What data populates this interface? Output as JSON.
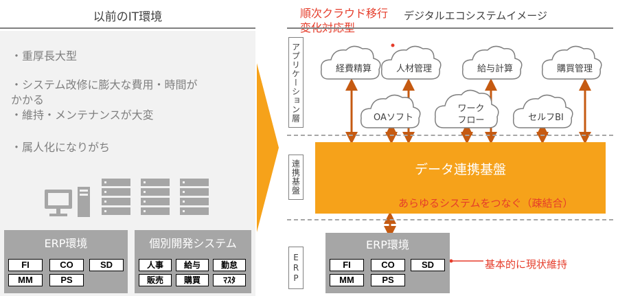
{
  "left": {
    "title": "以前のIT環境",
    "bullets": [
      "・重厚長大型",
      "・システム改修に膨大な費用・時間が",
      "かかる",
      "・維持・メンテナンスが大変",
      "・属人化になりがち"
    ],
    "erp_box": {
      "title": "ERP環境",
      "modules": [
        "FI",
        "CO",
        "SD",
        "MM",
        "PS"
      ]
    },
    "custom_box": {
      "title": "個別開発システム",
      "modules": [
        "人事",
        "給与",
        "勤怠",
        "販売",
        "購買",
        "ﾏｽﾀ"
      ]
    }
  },
  "right": {
    "title": "デジタルエコシステムイメージ",
    "red_note_line1": "順次クラウド移行",
    "red_note_line2": "変化対応型",
    "layers": {
      "application": "アプリケーション層",
      "integration": "連携基盤",
      "erp": "ERP"
    },
    "clouds_top": [
      "経費精算",
      "人材管理",
      "給与計算",
      "購買管理"
    ],
    "clouds_bottom": [
      "OAソフト",
      "ワーク",
      "フロー",
      "セルフBI"
    ],
    "platform_title": "データ連携基盤",
    "platform_subtitle": "あらゆるシステムをつなぐ（疎結合）",
    "erp_box": {
      "title": "ERP環境",
      "modules": [
        "FI",
        "CO",
        "SD",
        "MM",
        "PS"
      ]
    },
    "erp_note": "基本的に現状維持"
  },
  "colors": {
    "orange": "#f6a21a",
    "arrow_brown": "#c55a11",
    "red": "#e53c2a",
    "gray_box": "#a6a6a6"
  }
}
